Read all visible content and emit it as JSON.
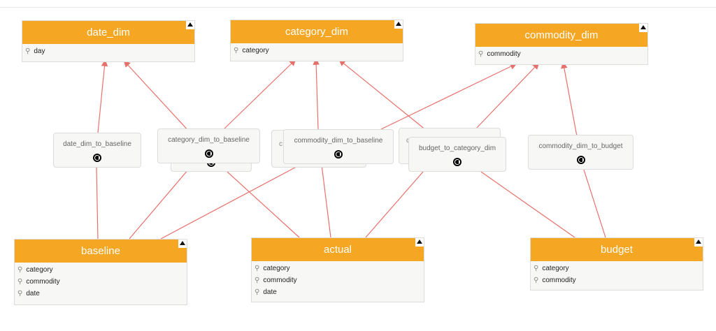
{
  "entities": {
    "date_dim": {
      "title": "date_dim",
      "fields": [
        "day"
      ]
    },
    "category_dim": {
      "title": "category_dim",
      "fields": [
        "category"
      ]
    },
    "commodity_dim": {
      "title": "commodity_dim",
      "fields": [
        "commodity"
      ]
    },
    "baseline": {
      "title": "baseline",
      "fields": [
        "category",
        "commodity",
        "date"
      ]
    },
    "actual": {
      "title": "actual",
      "fields": [
        "category",
        "commodity",
        "date"
      ]
    },
    "budget": {
      "title": "budget",
      "fields": [
        "category",
        "commodity"
      ]
    }
  },
  "relationships": {
    "date_dim_to_baseline": "date_dim_to_baseline",
    "category_dim_to_baseline": "category_dim_to_baseline",
    "commodity_dim_to_baseline": "commodity_dim_to_baseline",
    "budget_to_category_dim": "budget_to_category_dim",
    "commodity_dim_to_budget": "commodity_dim_to_budget",
    "ghost_c": "c",
    "ghost_c2": "c"
  },
  "colors": {
    "header": "#f5a623",
    "edge": "#e8706a",
    "panel": "#f7f7f6"
  },
  "key_icon": "key-icon"
}
